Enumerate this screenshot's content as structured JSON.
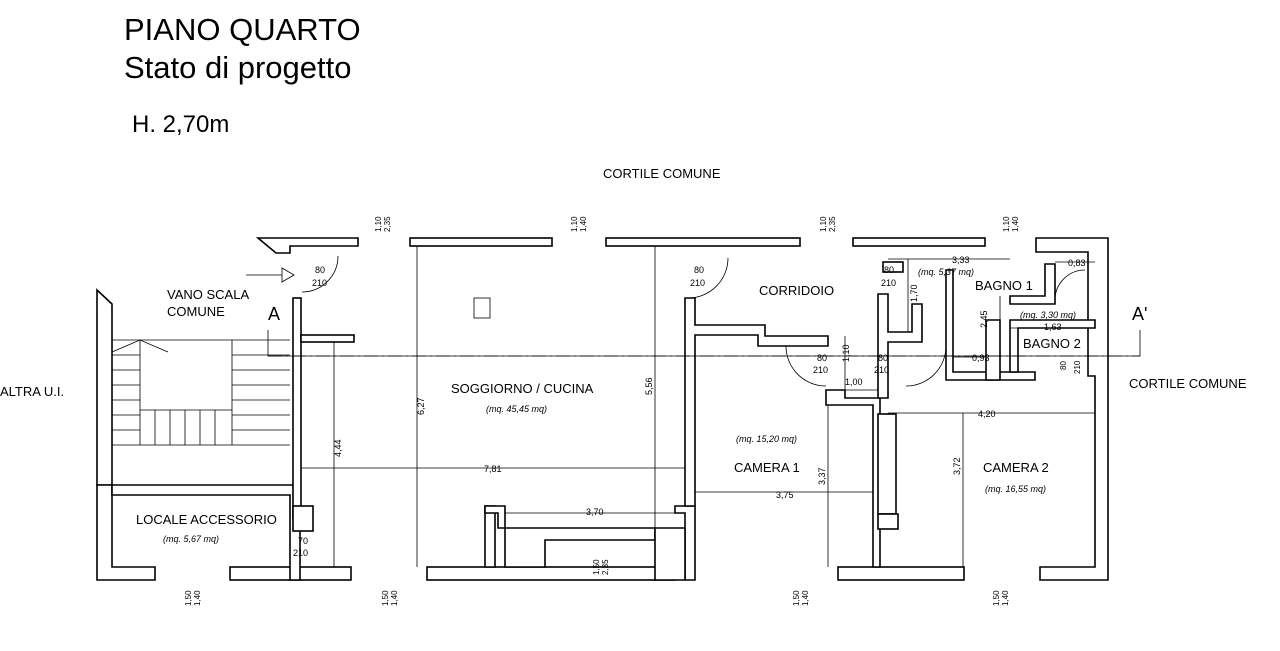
{
  "header": {
    "title": "PIANO QUARTO",
    "subtitle": "Stato di progetto",
    "height": "H.   2,70m"
  },
  "labels": {
    "courtyard_top": "CORTILE COMUNE",
    "courtyard_right": "CORTILE COMUNE",
    "other_unit": "ALTRA U.I.",
    "stair_line1": "VANO SCALA",
    "stair_line2": "COMUNE",
    "section_a": "A",
    "section_a2": "A'"
  },
  "rooms": {
    "soggiorno": {
      "name": "SOGGIORNO / CUCINA",
      "area": "(mq. 45,45 mq)"
    },
    "corridoio": {
      "name": "CORRIDOIO"
    },
    "bagno1": {
      "name": "BAGNO 1",
      "area": "(mq. 5,37 mq)"
    },
    "bagno2": {
      "name": "BAGNO 2",
      "area": "(mq. 3,30 mq)"
    },
    "camera1": {
      "name": "CAMERA 1",
      "area": "(mq. 15,20 mq)"
    },
    "camera2": {
      "name": "CAMERA 2",
      "area": "(mq. 16,55 mq)"
    },
    "locale": {
      "name": "LOCALE ACCESSORIO",
      "area": "(mq. 5,67 mq)"
    }
  },
  "doors": {
    "entry_w": "80",
    "entry_h": "210",
    "kitchen_w": "80",
    "kitchen_h": "210",
    "bagno1_w": "80",
    "bagno1_h": "210",
    "cam1_w": "80",
    "cam1_h": "210",
    "cam2_w": "80",
    "cam2_h": "210",
    "bagno2_w": "80",
    "bagno2_h": "210",
    "locale_w": "70",
    "locale_h": "210"
  },
  "dimensions": {
    "d_7_81": "7,81",
    "d_6_27": "6,27",
    "d_5_56": "5,56",
    "d_4_44": "4,44",
    "d_3_70": "3,70",
    "d_3_75": "3,75",
    "d_3_37": "3,37",
    "d_3_72": "3,72",
    "d_4_20": "4,20",
    "d_3_33": "3,33",
    "d_1_70": "1,70",
    "d_1_10": "1,10",
    "d_1_00": "1,00",
    "d_0_83": "0,83",
    "d_1_63": "1,63",
    "d_2_45": "2,45",
    "d_0_93": "0,93"
  },
  "windows": {
    "top_a": "1,10",
    "top_a2": "2,35",
    "top_b": "1,10",
    "top_b2": "1,40",
    "top_c": "1,10",
    "top_c2": "2,35",
    "top_d": "1,10",
    "top_d2": "1,40",
    "bot_a": "1,50",
    "bot_a2": "1,40",
    "bot_b": "1,50",
    "bot_b2": "1,40",
    "bot_c": "1,50",
    "bot_c2": "2,35",
    "bot_d": "1,50",
    "bot_d2": "1,40",
    "bot_e": "1,50",
    "bot_e2": "1,40"
  }
}
